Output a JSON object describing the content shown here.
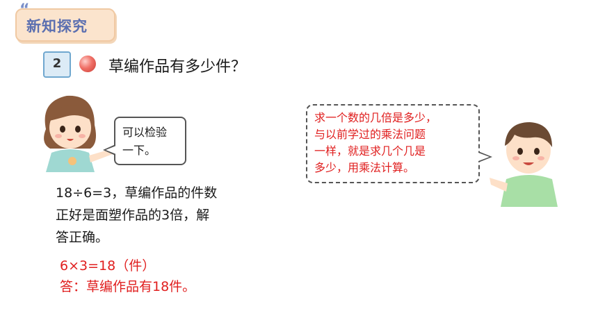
{
  "header": {
    "title": "新知探究"
  },
  "problem": {
    "number": "2",
    "question": "草编作品有多少件？"
  },
  "girl_bubble": {
    "line1": "可以检验",
    "line2": "一下。"
  },
  "boy_bubble": {
    "line1": "求一个数的几倍是多少，",
    "line2": "与以前学过的乘法问题",
    "line3": "一样，就是求几个几是",
    "line4": "多少，用乘法计算。"
  },
  "check": {
    "line1": "18÷6=3，草编作品的件数",
    "line2": "正好是面塑作品的3倍，解",
    "line3": "答正确。"
  },
  "solution": {
    "equation": "6×3=18（件）",
    "answer": "答：草编作品有18件。"
  },
  "colors": {
    "accent_red": "#e01e1e",
    "badge_bg": "#fbe4cd",
    "badge_text": "#5b6fb0"
  }
}
